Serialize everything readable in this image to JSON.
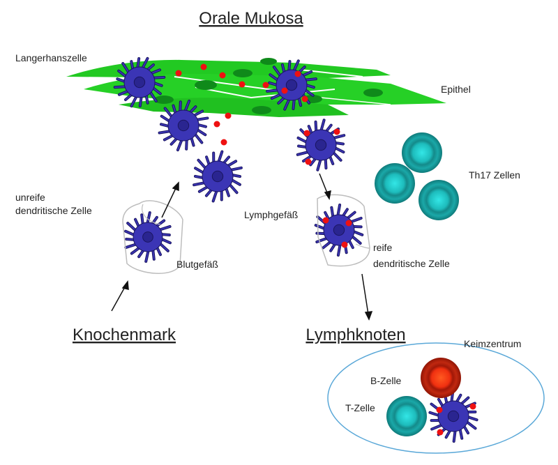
{
  "title": "Orale Mukosa",
  "labels": {
    "langerhans": "Langerhanszelle",
    "epithel": "Epithel",
    "immature_dc_line1": "unreife",
    "immature_dc_line2": "dendritische Zelle",
    "blood_vessel": "Blutgefäß",
    "lymph_vessel": "Lymphgefäß",
    "mature_dc_line1": "reife",
    "mature_dc_line2": "dendritische Zelle",
    "th17": "Th17 Zellen",
    "bone_marrow": "Knochenmark",
    "lymph_node": "Lymphknoten",
    "germinal_center": "Keimzentrum",
    "b_cell": "B-Zelle",
    "t_cell": "T-Zelle"
  },
  "colors": {
    "epithelium": "#22cc22",
    "epithelium_nucleus": "#0f8a1a",
    "dendritic_cell": "#3b35b5",
    "dendritic_outline": "#1a1560",
    "antigen": "#ee1111",
    "t_cell": "#169a9a",
    "t_cell_core": "#22d6d6",
    "b_cell": "#b51a0a",
    "b_cell_core": "#ff3a10",
    "germinal_outline": "#5aa8d8"
  }
}
